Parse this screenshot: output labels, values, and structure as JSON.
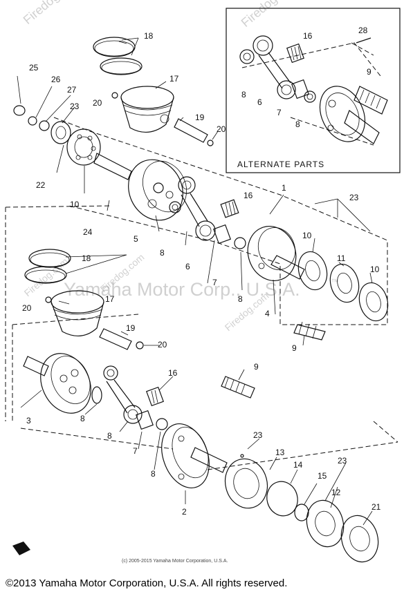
{
  "diagram": {
    "watermark_main": "Yamaha Motor Corp., U.S.A.",
    "watermark_tm": "™",
    "watermark_site": "Firedog.com",
    "alternate_parts_label": "ALTERNATE PARTS",
    "copyright_small": "(c) 2005-2015 Yamaha Motor Corporation, U.S.A.",
    "footer": "©2013 Yamaha Motor Corporation, U.S.A. All rights reserved.",
    "callouts": {
      "c1": "1",
      "c2": "2",
      "c3": "3",
      "c4": "4",
      "c5": "5",
      "c6a": "6",
      "c6b": "6",
      "c7a": "7",
      "c7b": "7",
      "c7c": "7",
      "c8a": "8",
      "c8b": "8",
      "c8c": "8",
      "c8d": "8",
      "c8e": "8",
      "c8f": "8",
      "c8g": "8",
      "c9a": "9",
      "c9b": "9",
      "c9c": "9",
      "c10a": "10",
      "c10b": "10",
      "c10c": "10",
      "c11": "11",
      "c12": "12",
      "c13": "13",
      "c14": "14",
      "c15": "15",
      "c16a": "16",
      "c16b": "16",
      "c16c": "16",
      "c17a": "17",
      "c17b": "17",
      "c18a": "18",
      "c18b": "18",
      "c19a": "19",
      "c19b": "19",
      "c20a": "20",
      "c20b": "20",
      "c20c": "20",
      "c20d": "20",
      "c21": "21",
      "c22": "22",
      "c23a": "23",
      "c23b": "23",
      "c23c": "23",
      "c23d": "23",
      "c24": "24",
      "c25": "25",
      "c26": "26",
      "c27": "27",
      "c28": "28"
    }
  }
}
